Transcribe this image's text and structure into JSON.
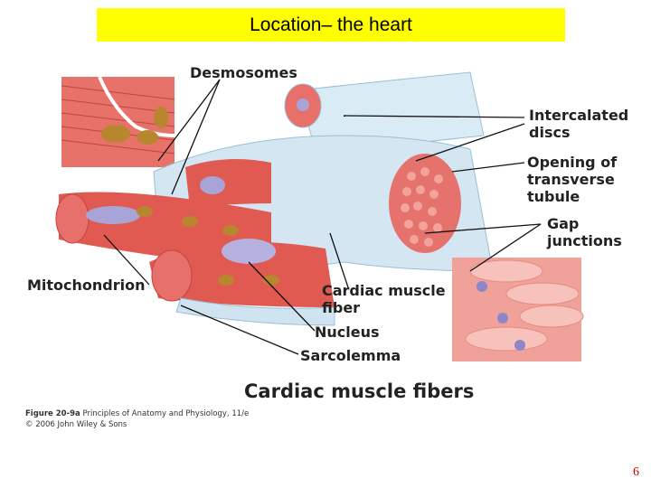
{
  "slide": {
    "title": "Location– the heart",
    "page_number": "6"
  },
  "diagram": {
    "labels": {
      "desmosomes": "Desmosomes",
      "intercalated_line1": "Intercalated",
      "intercalated_line2": "discs",
      "opening_line1": "Opening of",
      "opening_line2": "transverse",
      "opening_line3": "tubule",
      "gap_line1": "Gap",
      "gap_line2": "junctions",
      "mitochondrion": "Mitochondrion",
      "cardiac_fiber_line1": "Cardiac muscle",
      "cardiac_fiber_line2": "fiber",
      "nucleus": "Nucleus",
      "sarcolemma": "Sarcolemma"
    },
    "caption": "Cardiac muscle fibers",
    "credit_line1_bold": "Figure 20-9a",
    "credit_line1_rest": "Principles of Anatomy and Physiology, 11/e",
    "credit_line2": "© 2006 John Wiley & Sons"
  },
  "colors": {
    "title_bg": "#ffff00",
    "muscle": "#e05a52",
    "sheath": "#cfe3f0",
    "page_number": "#c00000"
  }
}
